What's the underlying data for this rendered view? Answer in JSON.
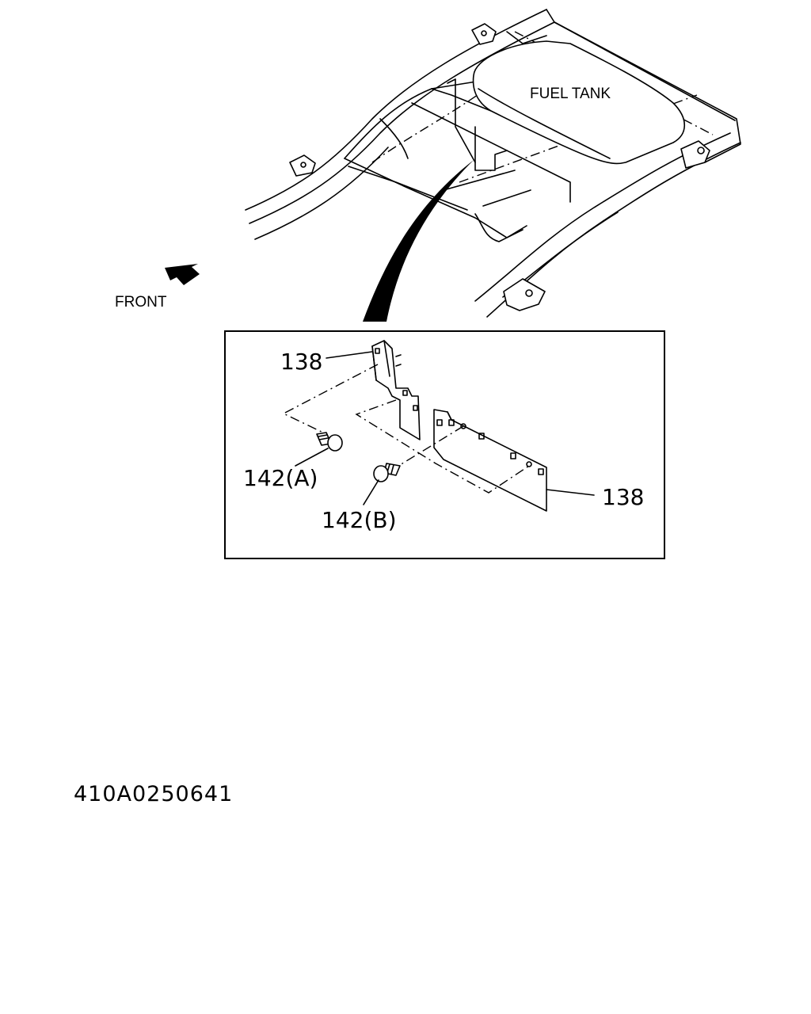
{
  "labels": {
    "fuel_tank": "FUEL TANK",
    "front": "FRONT",
    "part_top": "138",
    "part_right": "138",
    "bolt_a": "142(A)",
    "bolt_b": "142(B)"
  },
  "figure_code": "410A0250641",
  "icons": {
    "direction": "front-arrow-icon"
  }
}
